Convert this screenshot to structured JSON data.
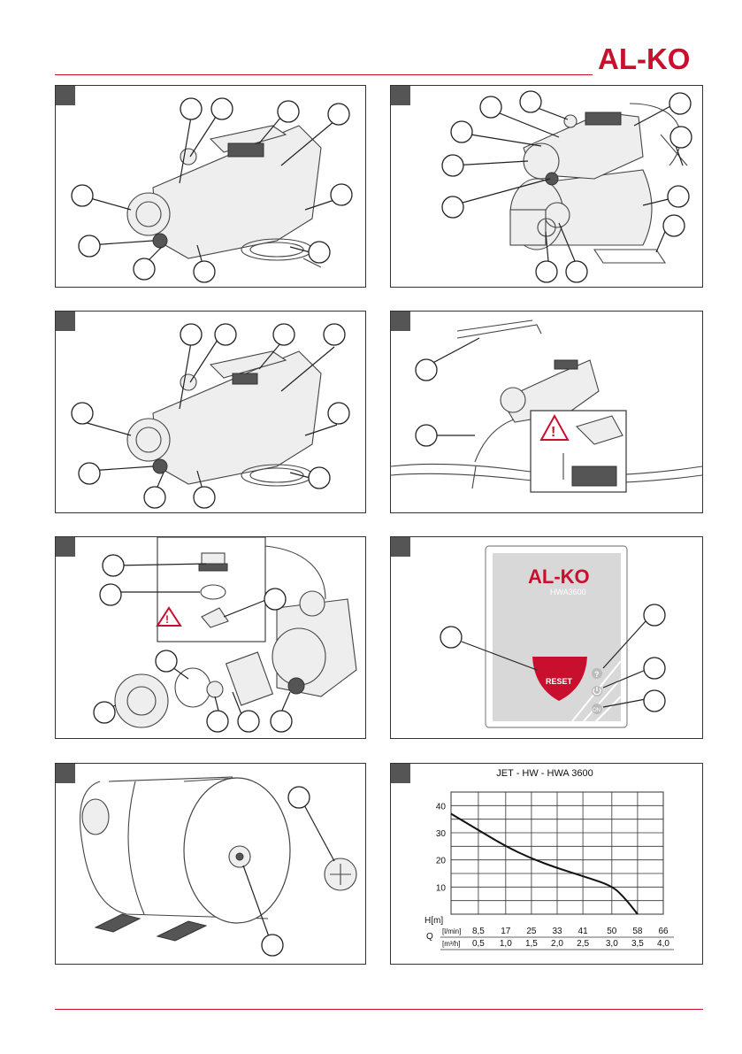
{
  "brand": {
    "logo_text": "AL-KO",
    "accent": "#c8102e"
  },
  "panels": [
    {
      "id": 1,
      "kind": "pump-jet"
    },
    {
      "id": 2,
      "kind": "pump-hw"
    },
    {
      "id": 3,
      "kind": "pump-jet-variant"
    },
    {
      "id": 4,
      "kind": "installation-suction"
    },
    {
      "id": 5,
      "kind": "filter-disassembly"
    },
    {
      "id": 6,
      "kind": "control-panel"
    },
    {
      "id": 7,
      "kind": "pressure-tank"
    },
    {
      "id": 8,
      "kind": "performance-chart"
    }
  ],
  "control_panel": {
    "brand": "AL-KO",
    "model": "HWA3600",
    "reset_label": "RESET",
    "help_icon": "question-icon",
    "power_icon": "power-icon",
    "on_label": "ON"
  },
  "chart_data": {
    "type": "line",
    "title": "JET - HW - HWA 3600",
    "ylabel": "H[m]",
    "x_row_label": "Q",
    "x_unit_1": "[l/min]",
    "x_unit_2": "[m³/h]",
    "x_lpm": [
      "8,5",
      "17",
      "25",
      "33",
      "41",
      "50",
      "58",
      "66"
    ],
    "x_m3h": [
      "0,5",
      "1,0",
      "1,5",
      "2,0",
      "2,5",
      "3,0",
      "3,5",
      "4,0"
    ],
    "y_ticks": [
      "10",
      "20",
      "30",
      "40"
    ],
    "xlim": [
      0,
      66
    ],
    "ylim": [
      0,
      45
    ],
    "series": [
      {
        "x": [
          0,
          8.5,
          17,
          25,
          33,
          41,
          50,
          54,
          58
        ],
        "y": [
          37,
          31,
          25,
          20.5,
          17,
          14,
          10.5,
          6,
          0
        ]
      }
    ],
    "grid": true
  }
}
